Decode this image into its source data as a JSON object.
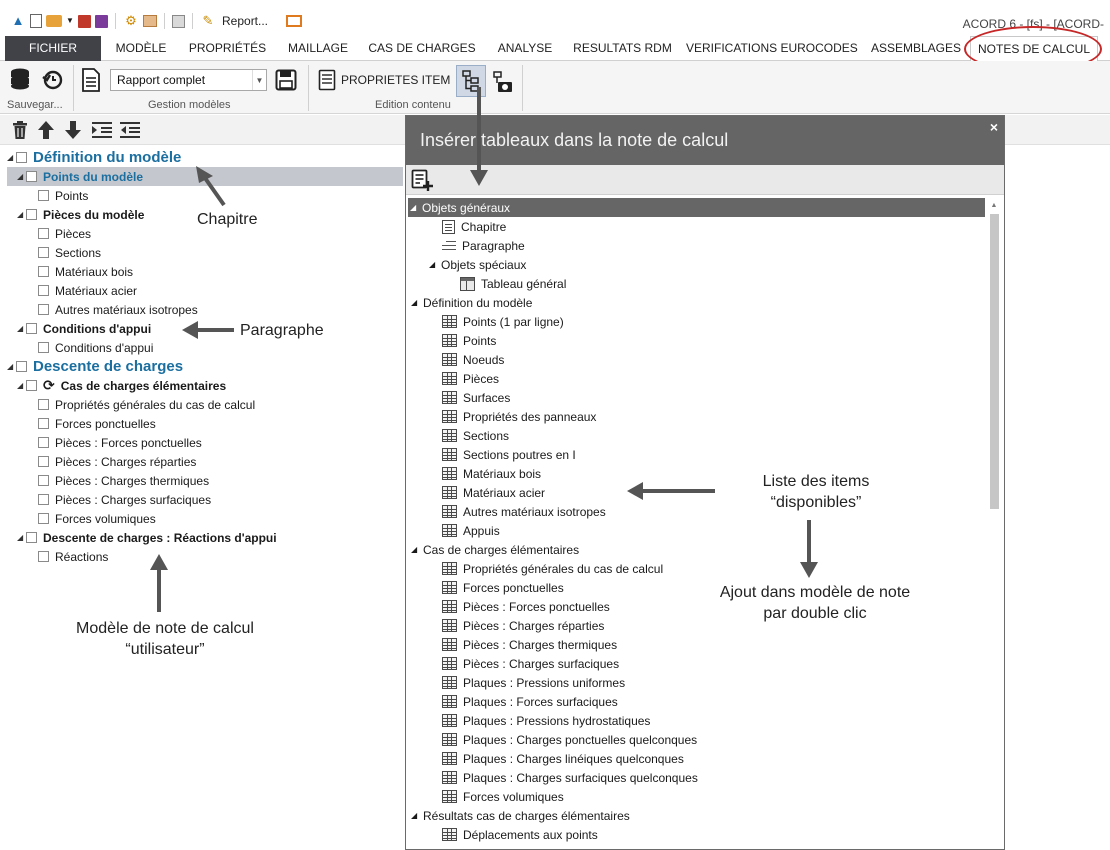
{
  "window": {
    "title": "ACORD 6 - [fs] - [ACORD-"
  },
  "qat": {
    "report_label": "Report..."
  },
  "menu": {
    "tabs": [
      "FICHIER",
      "MODÈLE",
      "PROPRIÉTÉS",
      "MAILLAGE",
      "CAS DE CHARGES",
      "ANALYSE",
      "RESULTATS RDM",
      "VERIFICATIONS EUROCODES",
      "ASSEMBLAGES",
      "NOTES DE CALCUL"
    ],
    "active_tab": "NOTES DE CALCUL",
    "highlight_color": "#c62828"
  },
  "ribbon": {
    "model_select": "Rapport complet",
    "proprietes_item": "PROPRIETES ITEM",
    "groups": {
      "save": "Sauvegar...",
      "models": "Gestion modèles",
      "content": "Edition contenu"
    }
  },
  "tree": [
    {
      "level": 0,
      "type": "chapter",
      "caret": true,
      "label": "Définition du modèle"
    },
    {
      "level": 1,
      "type": "selected",
      "caret": true,
      "label": "Points du modèle"
    },
    {
      "level": 2,
      "type": "item",
      "caret": false,
      "label": "Points"
    },
    {
      "level": 1,
      "type": "paragraph",
      "caret": true,
      "label": "Pièces du modèle"
    },
    {
      "level": 2,
      "type": "item",
      "caret": false,
      "label": "Pièces"
    },
    {
      "level": 2,
      "type": "item",
      "caret": false,
      "label": "Sections"
    },
    {
      "level": 2,
      "type": "item",
      "caret": false,
      "label": "Matériaux bois"
    },
    {
      "level": 2,
      "type": "item",
      "caret": false,
      "label": "Matériaux acier"
    },
    {
      "level": 2,
      "type": "item",
      "caret": false,
      "label": "Autres matériaux isotropes"
    },
    {
      "level": 1,
      "type": "paragraph",
      "caret": true,
      "label": "Conditions d'appui"
    },
    {
      "level": 2,
      "type": "item",
      "caret": false,
      "label": "Conditions d'appui"
    },
    {
      "level": 0,
      "type": "chapter",
      "caret": true,
      "label": "Descente de charges"
    },
    {
      "level": 1,
      "type": "paragraph",
      "caret": true,
      "label": "Cas de charges élémentaires",
      "refresh": true
    },
    {
      "level": 2,
      "type": "item",
      "caret": false,
      "label": "Propriétés générales du cas de calcul"
    },
    {
      "level": 2,
      "type": "item",
      "caret": false,
      "label": "Forces ponctuelles"
    },
    {
      "level": 2,
      "type": "item",
      "caret": false,
      "label": "Pièces : Forces ponctuelles"
    },
    {
      "level": 2,
      "type": "item",
      "caret": false,
      "label": "Pièces : Charges réparties"
    },
    {
      "level": 2,
      "type": "item",
      "caret": false,
      "label": "Pièces : Charges thermiques"
    },
    {
      "level": 2,
      "type": "item",
      "caret": false,
      "label": "Pièces : Charges surfaciques"
    },
    {
      "level": 2,
      "type": "item",
      "caret": false,
      "label": "Forces volumiques"
    },
    {
      "level": 1,
      "type": "paragraph",
      "caret": true,
      "label": "Descente de charges : Réactions d'appui"
    },
    {
      "level": 2,
      "type": "item",
      "caret": false,
      "label": "Réactions"
    }
  ],
  "annotations": {
    "chapitre": "Chapitre",
    "paragraphe": "Paragraphe",
    "modele_line1": "Modèle de note de calcul",
    "modele_line2": "“utilisateur”",
    "liste_line1": "Liste des items",
    "liste_line2": "“disponibles”",
    "ajout_line1": "Ajout dans modèle de note",
    "ajout_line2": "par double clic"
  },
  "dialog": {
    "title": "Insérer tableaux dans la note de calcul",
    "close": "×",
    "items": [
      {
        "indent": 0,
        "icon": "none",
        "caret": true,
        "label": "Objets généraux",
        "selected": true
      },
      {
        "indent": 1,
        "icon": "document",
        "caret": false,
        "label": "Chapitre"
      },
      {
        "indent": 1,
        "icon": "paragraph",
        "caret": false,
        "label": "Paragraphe"
      },
      {
        "indent": 1,
        "icon": "none",
        "caret": true,
        "label": "Objets spéciaux"
      },
      {
        "indent": 2,
        "icon": "table-special",
        "caret": false,
        "label": "Tableau général"
      },
      {
        "indent": 0,
        "icon": "none",
        "caret": true,
        "label": "Définition du modèle"
      },
      {
        "indent": 1,
        "icon": "table",
        "caret": false,
        "label": "Points (1 par ligne)"
      },
      {
        "indent": 1,
        "icon": "table",
        "caret": false,
        "label": "Points"
      },
      {
        "indent": 1,
        "icon": "table",
        "caret": false,
        "label": "Noeuds"
      },
      {
        "indent": 1,
        "icon": "table",
        "caret": false,
        "label": "Pièces"
      },
      {
        "indent": 1,
        "icon": "table",
        "caret": false,
        "label": "Surfaces"
      },
      {
        "indent": 1,
        "icon": "table",
        "caret": false,
        "label": "Propriétés des panneaux"
      },
      {
        "indent": 1,
        "icon": "table",
        "caret": false,
        "label": "Sections"
      },
      {
        "indent": 1,
        "icon": "table",
        "caret": false,
        "label": "Sections poutres en I"
      },
      {
        "indent": 1,
        "icon": "table",
        "caret": false,
        "label": "Matériaux bois"
      },
      {
        "indent": 1,
        "icon": "table",
        "caret": false,
        "label": "Matériaux acier"
      },
      {
        "indent": 1,
        "icon": "table",
        "caret": false,
        "label": "Autres matériaux isotropes"
      },
      {
        "indent": 1,
        "icon": "table",
        "caret": false,
        "label": "Appuis"
      },
      {
        "indent": 0,
        "icon": "none",
        "caret": true,
        "label": "Cas de charges élémentaires"
      },
      {
        "indent": 1,
        "icon": "table",
        "caret": false,
        "label": "Propriétés générales du cas de calcul"
      },
      {
        "indent": 1,
        "icon": "table",
        "caret": false,
        "label": "Forces ponctuelles"
      },
      {
        "indent": 1,
        "icon": "table",
        "caret": false,
        "label": "Pièces : Forces ponctuelles"
      },
      {
        "indent": 1,
        "icon": "table",
        "caret": false,
        "label": "Pièces : Charges réparties"
      },
      {
        "indent": 1,
        "icon": "table",
        "caret": false,
        "label": "Pièces : Charges thermiques"
      },
      {
        "indent": 1,
        "icon": "table",
        "caret": false,
        "label": "Pièces : Charges surfaciques"
      },
      {
        "indent": 1,
        "icon": "table",
        "caret": false,
        "label": "Plaques : Pressions uniformes"
      },
      {
        "indent": 1,
        "icon": "table",
        "caret": false,
        "label": "Plaques : Forces surfaciques"
      },
      {
        "indent": 1,
        "icon": "table",
        "caret": false,
        "label": "Plaques : Pressions hydrostatiques"
      },
      {
        "indent": 1,
        "icon": "table",
        "caret": false,
        "label": "Plaques : Charges ponctuelles quelconques"
      },
      {
        "indent": 1,
        "icon": "table",
        "caret": false,
        "label": "Plaques : Charges linéiques quelconques"
      },
      {
        "indent": 1,
        "icon": "table",
        "caret": false,
        "label": "Plaques : Charges surfaciques quelconques"
      },
      {
        "indent": 1,
        "icon": "table",
        "caret": false,
        "label": "Forces volumiques"
      },
      {
        "indent": 0,
        "icon": "none",
        "caret": true,
        "label": "Résultats cas de charges élémentaires"
      },
      {
        "indent": 1,
        "icon": "table",
        "caret": false,
        "label": "Déplacements aux points"
      }
    ]
  }
}
